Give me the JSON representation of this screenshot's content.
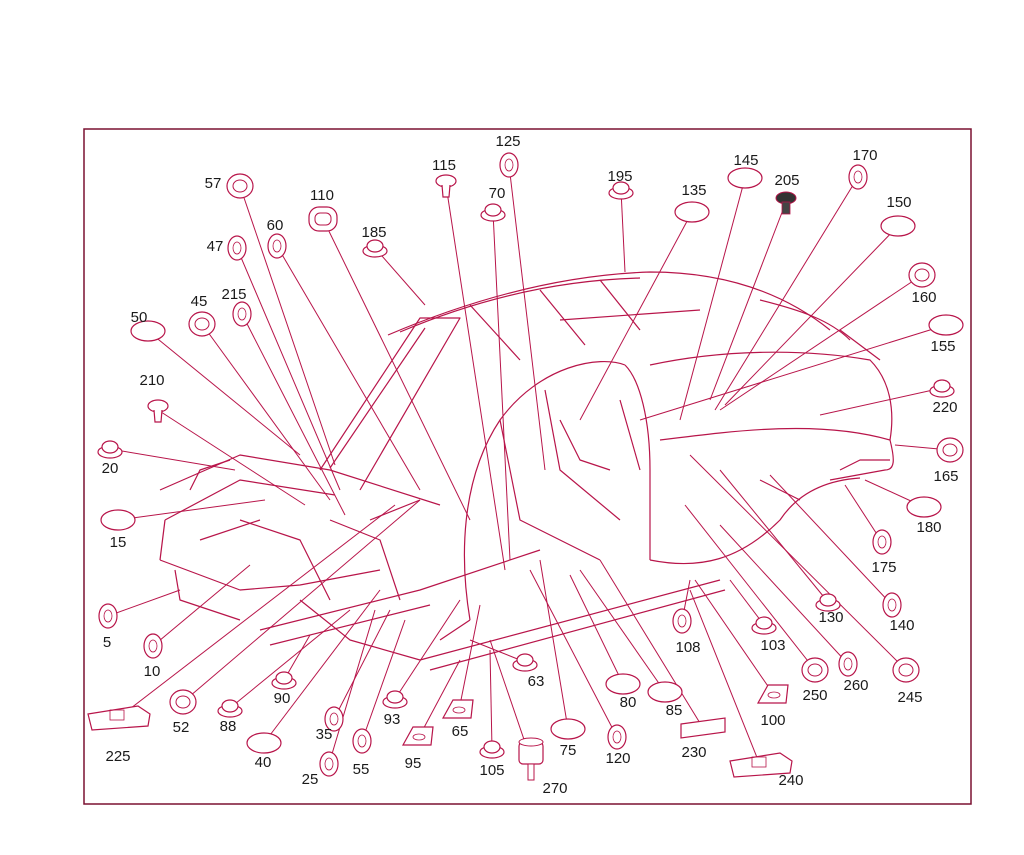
{
  "diagram": {
    "colors": {
      "line": "#b8154a",
      "frame": "#7a1030",
      "label": "#1a1a1a",
      "part_fill": "#ffffff"
    },
    "parts": [
      {
        "label": "57",
        "kind": "grommet"
      },
      {
        "label": "47",
        "kind": "disc"
      },
      {
        "label": "60",
        "kind": "disc"
      },
      {
        "label": "110",
        "kind": "rect-ring"
      },
      {
        "label": "185",
        "kind": "plug"
      },
      {
        "label": "115",
        "kind": "clip"
      },
      {
        "label": "125",
        "kind": "disc"
      },
      {
        "label": "70",
        "kind": "plug"
      },
      {
        "label": "195",
        "kind": "plug"
      },
      {
        "label": "135",
        "kind": "oval"
      },
      {
        "label": "145",
        "kind": "oval"
      },
      {
        "label": "205",
        "kind": "bolt"
      },
      {
        "label": "170",
        "kind": "disc"
      },
      {
        "label": "150",
        "kind": "oval"
      },
      {
        "label": "160",
        "kind": "grommet"
      },
      {
        "label": "155",
        "kind": "oval"
      },
      {
        "label": "220",
        "kind": "plug"
      },
      {
        "label": "165",
        "kind": "grommet"
      },
      {
        "label": "180",
        "kind": "oval"
      },
      {
        "label": "175",
        "kind": "disc"
      },
      {
        "label": "130",
        "kind": "plug"
      },
      {
        "label": "140",
        "kind": "disc"
      },
      {
        "label": "245",
        "kind": "grommet"
      },
      {
        "label": "260",
        "kind": "disc"
      },
      {
        "label": "250",
        "kind": "grommet"
      },
      {
        "label": "103",
        "kind": "plug"
      },
      {
        "label": "100",
        "kind": "pad"
      },
      {
        "label": "108",
        "kind": "disc"
      },
      {
        "label": "240",
        "kind": "block"
      },
      {
        "label": "230",
        "kind": "strip"
      },
      {
        "label": "85",
        "kind": "oval"
      },
      {
        "label": "80",
        "kind": "oval"
      },
      {
        "label": "120",
        "kind": "disc"
      },
      {
        "label": "75",
        "kind": "oval"
      },
      {
        "label": "270",
        "kind": "mount"
      },
      {
        "label": "63",
        "kind": "plug"
      },
      {
        "label": "105",
        "kind": "plug"
      },
      {
        "label": "65",
        "kind": "pad"
      },
      {
        "label": "95",
        "kind": "pad"
      },
      {
        "label": "93",
        "kind": "plug"
      },
      {
        "label": "55",
        "kind": "disc"
      },
      {
        "label": "35",
        "kind": "disc"
      },
      {
        "label": "25",
        "kind": "disc"
      },
      {
        "label": "40",
        "kind": "oval"
      },
      {
        "label": "88",
        "kind": "plug"
      },
      {
        "label": "90",
        "kind": "plug"
      },
      {
        "label": "52",
        "kind": "grommet"
      },
      {
        "label": "225",
        "kind": "block"
      },
      {
        "label": "10",
        "kind": "disc"
      },
      {
        "label": "5",
        "kind": "disc"
      },
      {
        "label": "15",
        "kind": "oval"
      },
      {
        "label": "20",
        "kind": "plug"
      },
      {
        "label": "210",
        "kind": "clip"
      },
      {
        "label": "50",
        "kind": "oval"
      },
      {
        "label": "45",
        "kind": "grommet"
      },
      {
        "label": "215",
        "kind": "disc"
      }
    ]
  }
}
